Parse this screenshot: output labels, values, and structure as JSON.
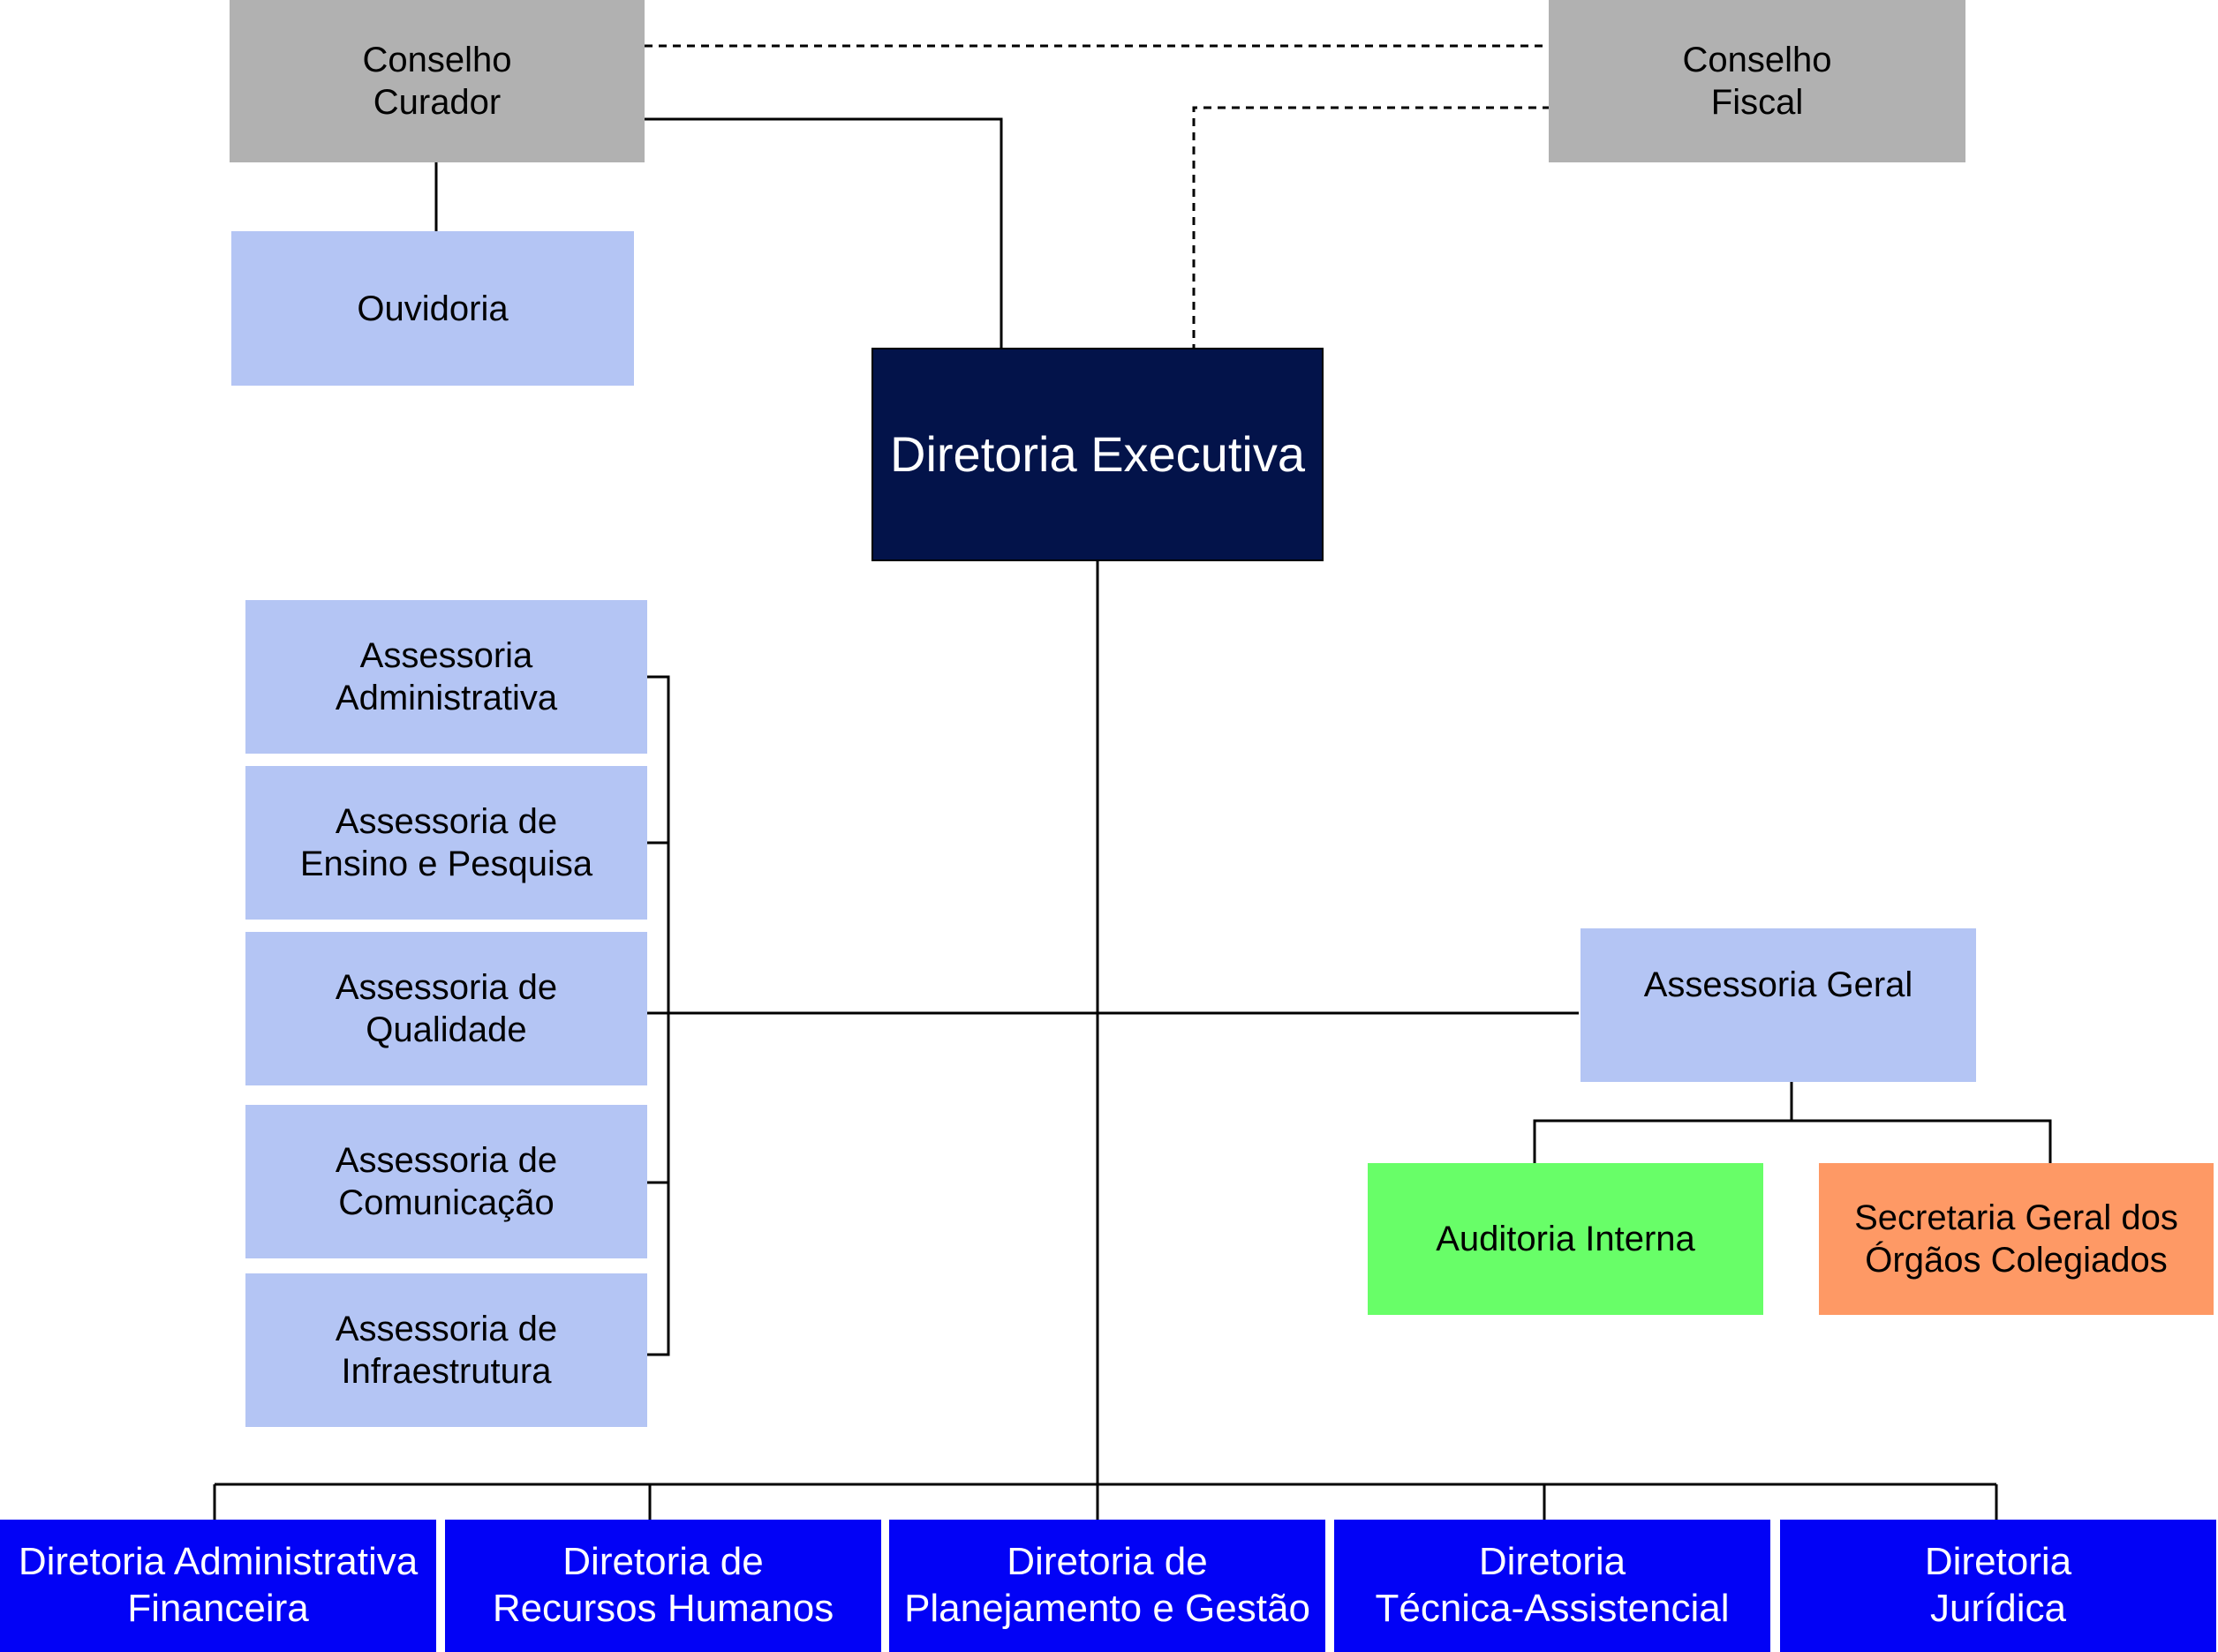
{
  "boards": {
    "curador": "Conselho\nCurador",
    "fiscal": "Conselho\nFiscal"
  },
  "ouvidoria": "Ouvidoria",
  "executiva": "Diretoria Executiva",
  "assessorias": [
    "Assessoria\nAdministrativa",
    "Assessoria de\nEnsino e Pesquisa",
    "Assessoria de\nQualidade",
    "Assessoria de\nComunicação",
    "Assessoria de\nInfraestrutura"
  ],
  "assessoria_geral": "Assessoria Geral",
  "auditoria": "Auditoria Interna",
  "secretaria": "Secretaria Geral dos\nÓrgãos Colegiados",
  "diretorias": [
    "Diretoria Administrativa\nFinanceira",
    "Diretoria de\nRecursos Humanos",
    "Diretoria de\nPlanejamento e Gestão",
    "Diretoria\nTécnica-Assistencial",
    "Diretoria\nJurídica"
  ],
  "colors": {
    "board": "#b1b1b1",
    "staff": "#b4c5f4",
    "executive": "#03134a",
    "audit": "#68fe68",
    "secretariat": "#fe9965",
    "directorates": "#0202f6"
  }
}
